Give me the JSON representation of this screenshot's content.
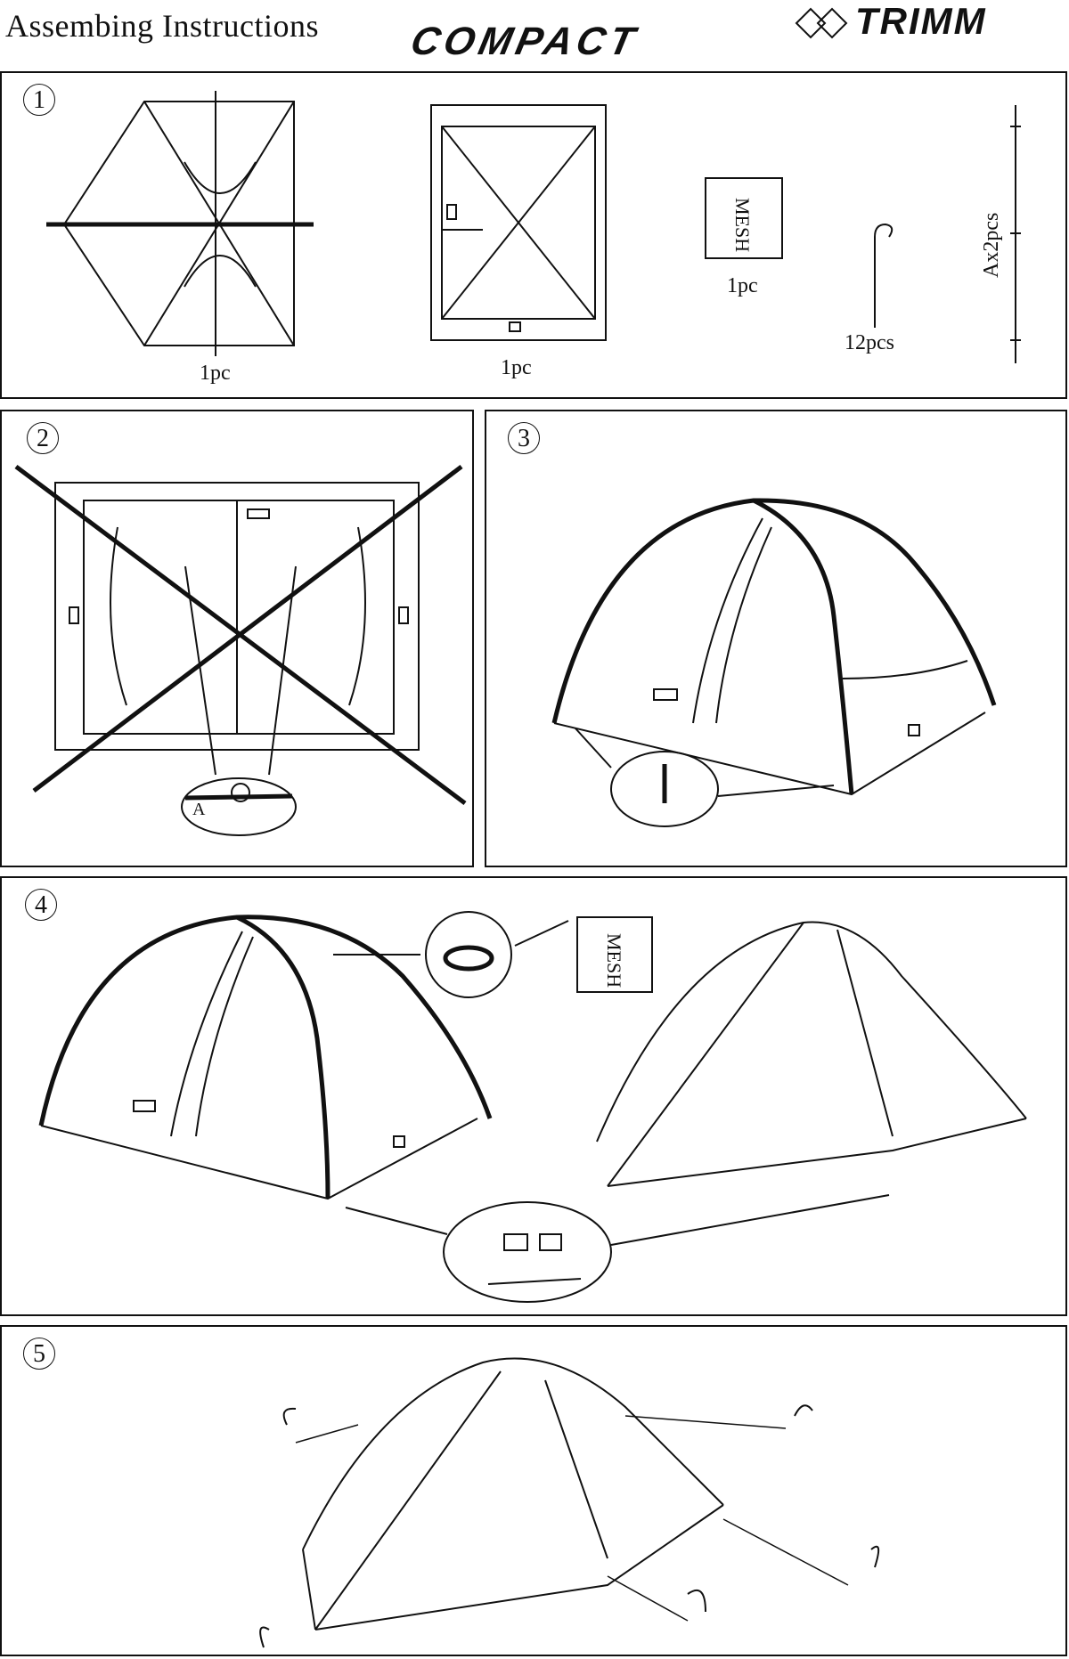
{
  "header": {
    "title": "Assembing  Instructions",
    "product": "COMPACT",
    "brand": "TRIMM"
  },
  "steps": [
    {
      "number": "1",
      "items": [
        {
          "name": "flysheet",
          "quantity": "1pc"
        },
        {
          "name": "inner tent",
          "quantity": "1pc"
        },
        {
          "name": "mesh",
          "label": "MESH",
          "quantity": "1pc"
        },
        {
          "name": "pegs",
          "quantity": "12pcs"
        },
        {
          "name": "poles",
          "quantity": "Ax2pcs"
        }
      ]
    },
    {
      "number": "2",
      "detail_label": "A"
    },
    {
      "number": "3"
    },
    {
      "number": "4",
      "mesh_label": "MESH"
    },
    {
      "number": "5"
    }
  ]
}
